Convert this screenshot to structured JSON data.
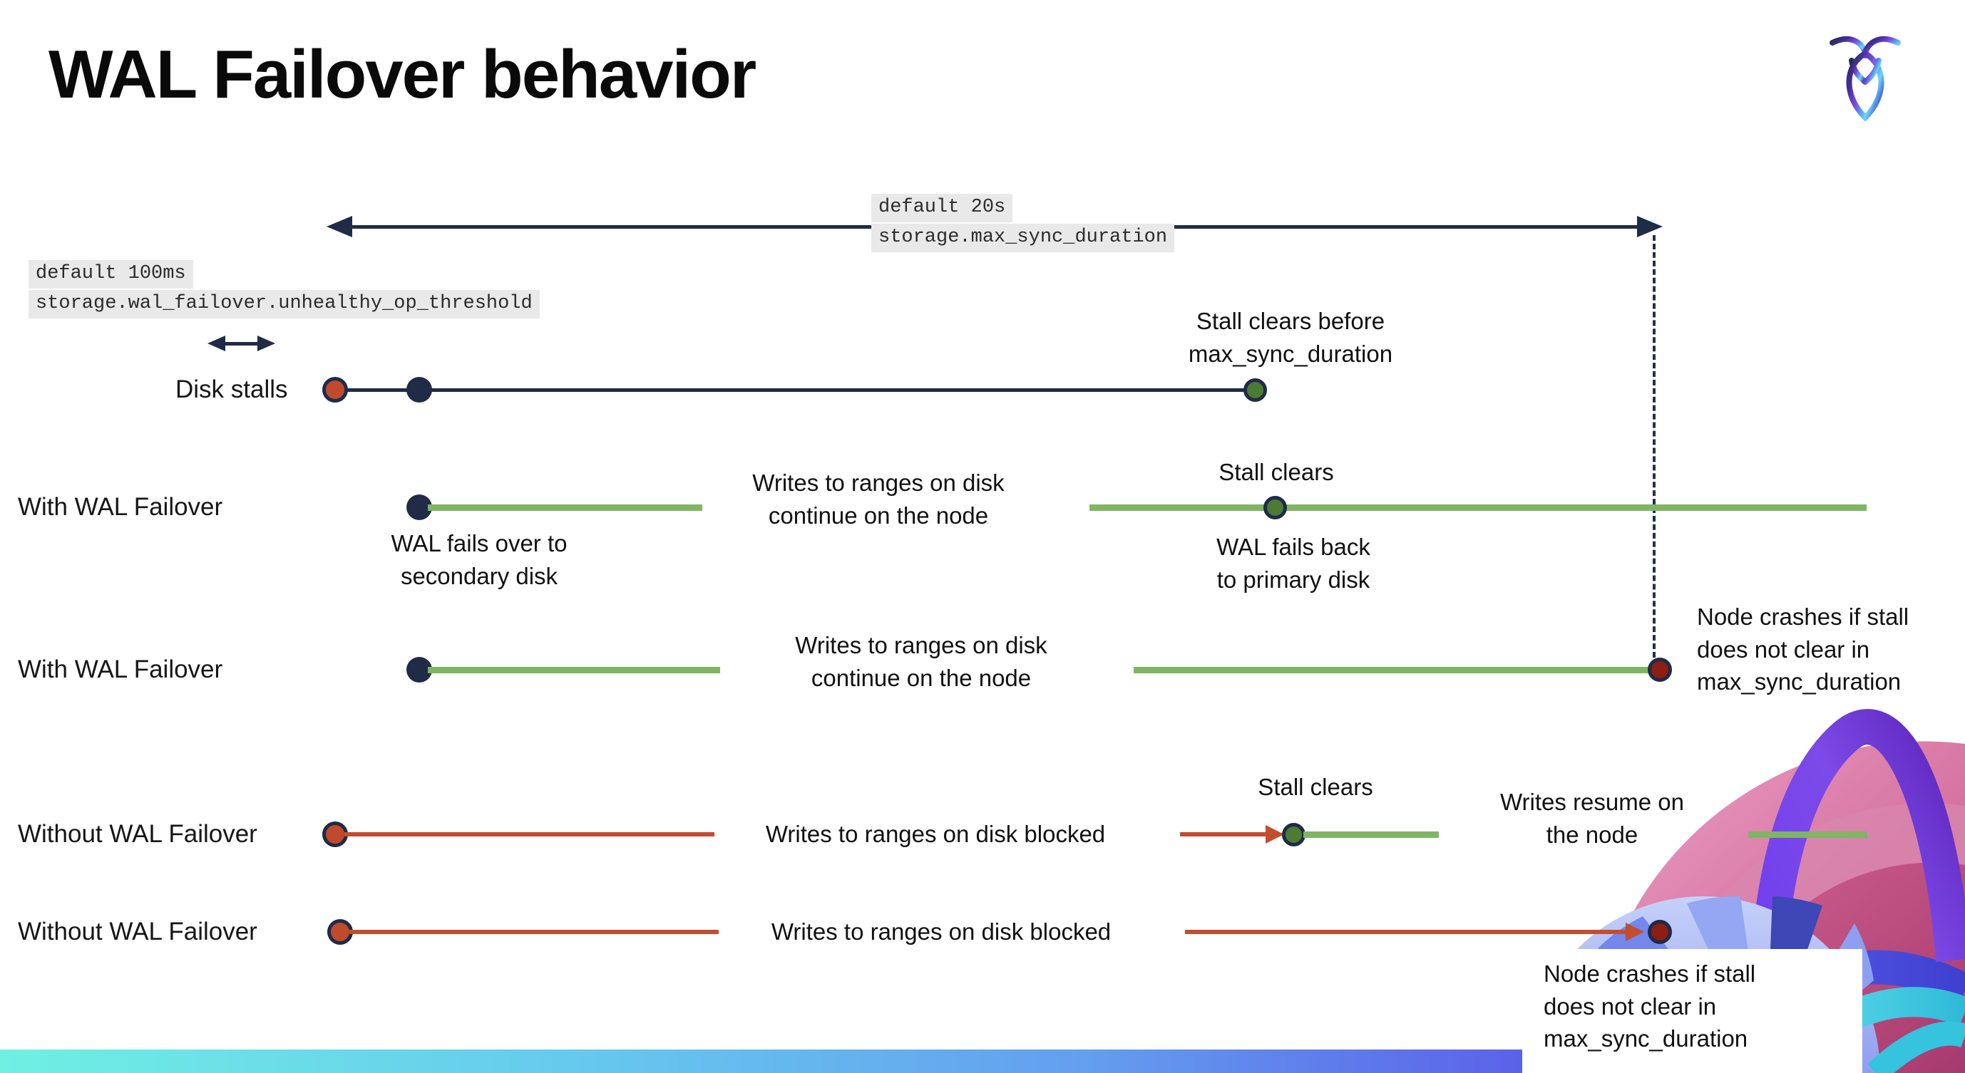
{
  "title": "WAL Failover behavior",
  "settings": {
    "max_sync_duration": {
      "default_label": "default 20s",
      "setting_name": "storage.max_sync_duration"
    },
    "unhealthy_op_threshold": {
      "default_label": "default 100ms",
      "setting_name": "storage.wal_failover.unhealthy_op_threshold"
    }
  },
  "rows": [
    {
      "label": "Disk stalls"
    },
    {
      "label": "With WAL Failover"
    },
    {
      "label": "With WAL Failover"
    },
    {
      "label": "Without WAL Failover"
    },
    {
      "label": "Without WAL Failover"
    }
  ],
  "annotations": {
    "stall_clears_before": "Stall clears before\nmax_sync_duration",
    "writes_continue": "Writes to ranges on disk\ncontinue on the node",
    "stall_clears": "Stall clears",
    "wal_fails_over": "WAL fails over to\nsecondary disk",
    "wal_fails_back": "WAL fails  back\nto primary disk",
    "node_crashes": "Node crashes if stall\ndoes not clear in\nmax_sync_duration",
    "writes_blocked": "Writes to ranges on disk  blocked",
    "writes_resume": "Writes resume on\nthe node"
  },
  "colors": {
    "navy": "#1f2b47",
    "green_line": "#7fb563",
    "green_dot": "#4c7b34",
    "red_line": "#c24d2f",
    "red_dot": "#bf4a2d",
    "maroon_dot": "#8e1d13",
    "code_background": "#e9e9e9",
    "bar_gradient_left": "#6ff0e3",
    "bar_gradient_right": "#5f4de9"
  }
}
